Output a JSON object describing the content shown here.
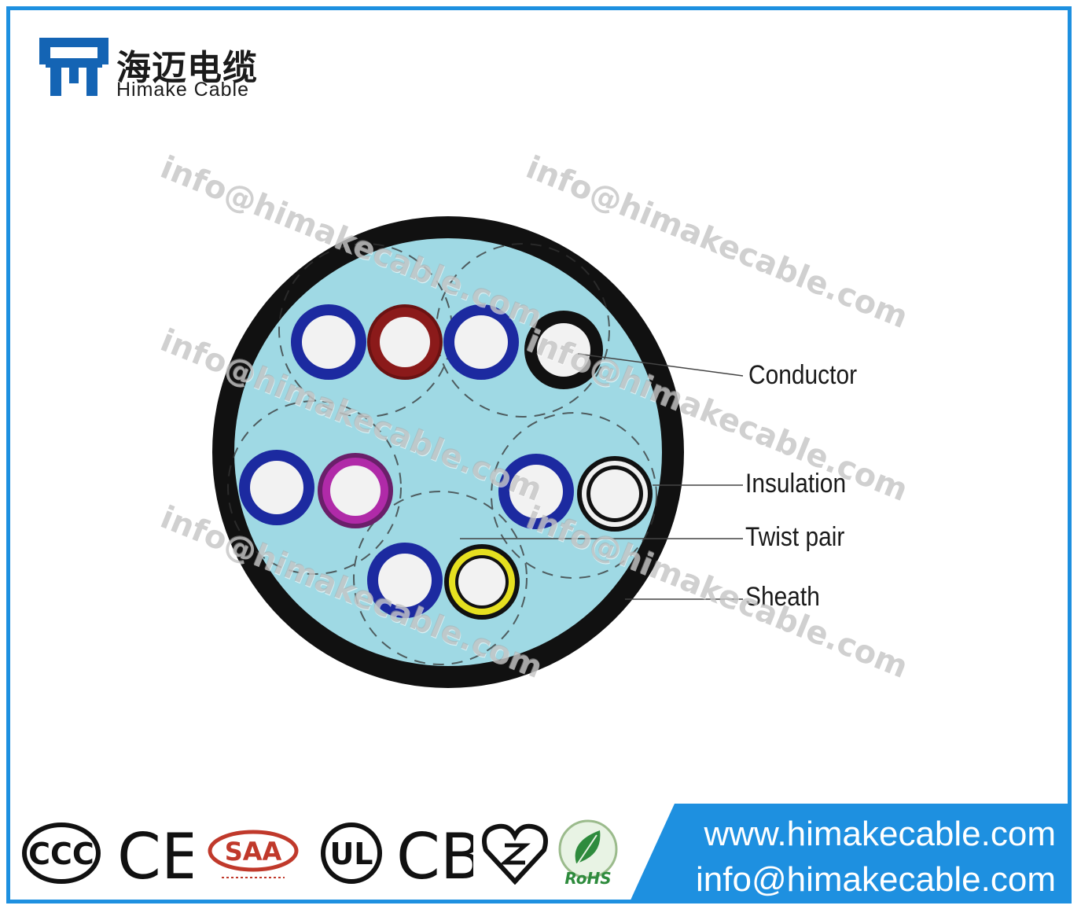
{
  "brand": {
    "name_cn": "海迈电缆",
    "name_en": "Himake Cable",
    "logo_color": "#1464b4"
  },
  "diagram": {
    "labels": {
      "conductor": "Conductor",
      "insulation": "Insulation",
      "twist_pair": "Twist pair",
      "sheath": "Sheath"
    },
    "colors": {
      "sheath": "#111111",
      "filler": "#9fd9e4",
      "pair_colors": [
        "#8b1a1a",
        "#111111",
        "#b02aa8",
        "#f0f0f0",
        "#e6e020"
      ],
      "common_color": "#1c2aa0"
    }
  },
  "watermark": "info@himakecable.com",
  "footer": {
    "website": "www.himakecable.com",
    "email": "info@himakecable.com",
    "band_color": "#1e90e0",
    "certifications": [
      "CCC",
      "CE",
      "SAA",
      "UL",
      "CB",
      "S-mark",
      "RoHS"
    ],
    "cert_text": {
      "ccc": "CCC",
      "ce": "CE",
      "saa": "SAA",
      "ul": "UL",
      "cb": "CB",
      "rohs": "RoHS"
    }
  }
}
